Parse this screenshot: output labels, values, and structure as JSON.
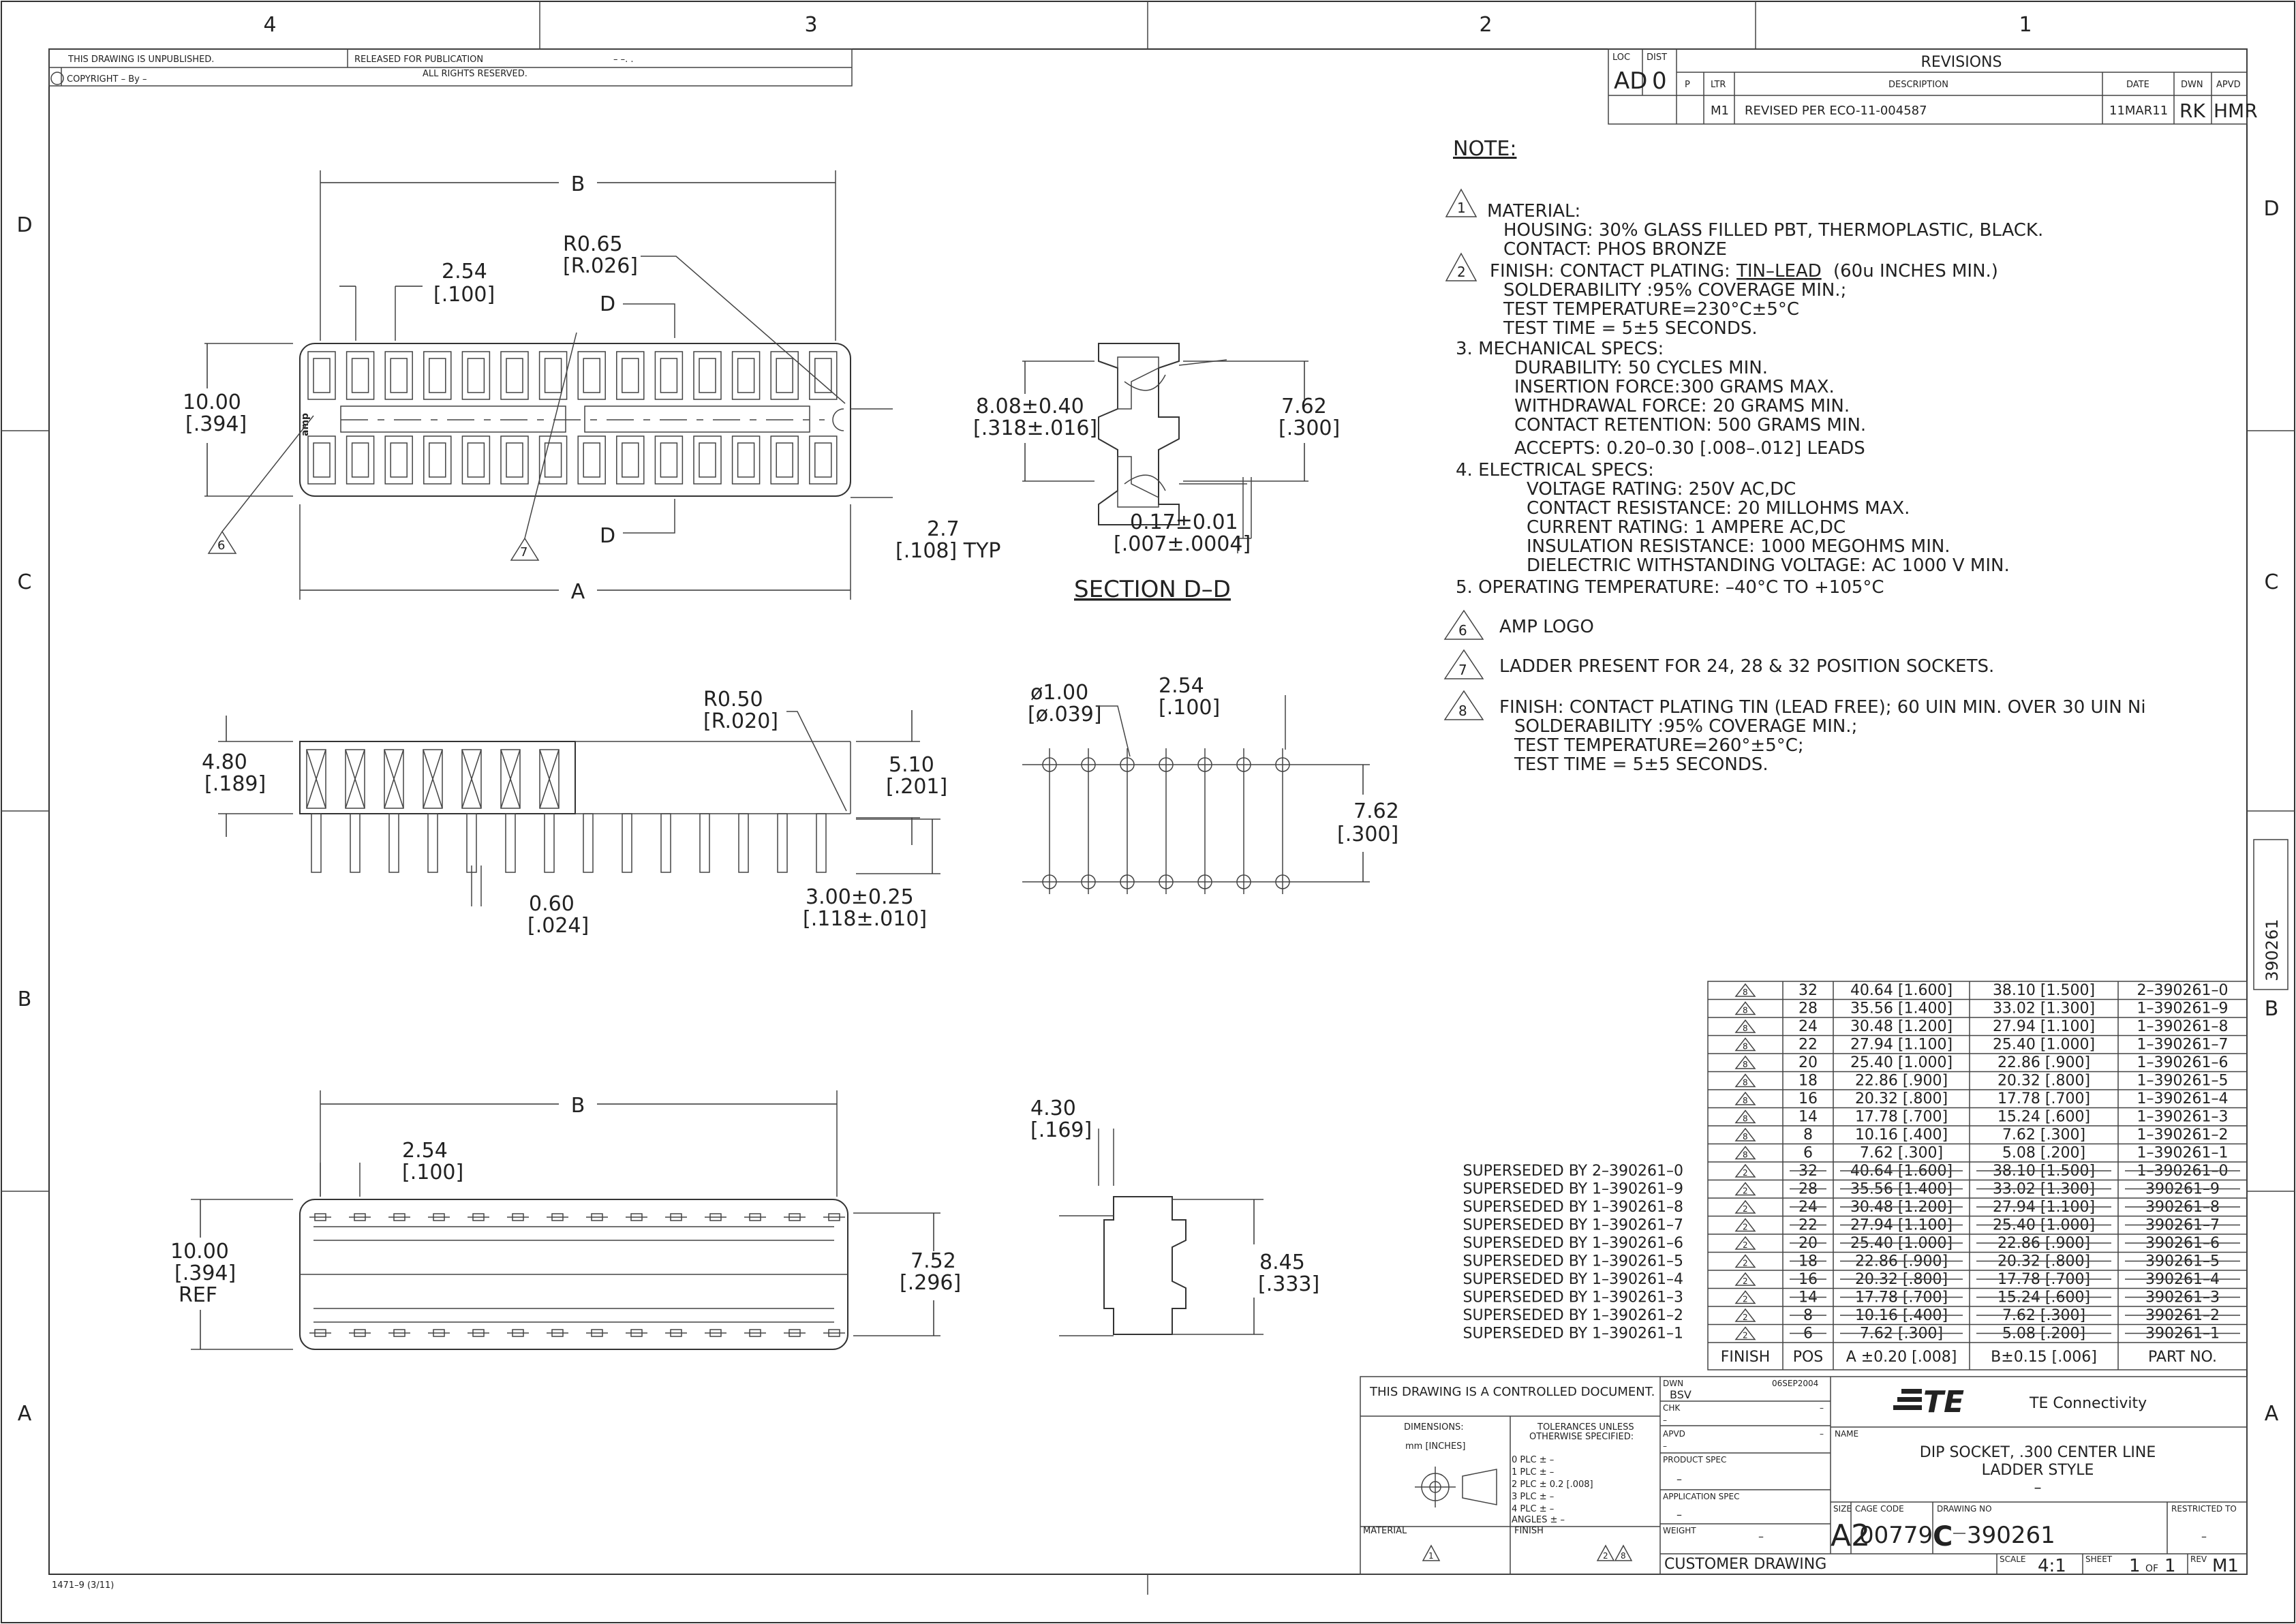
{
  "zones": {
    "top": [
      "4",
      "3",
      "2",
      "1"
    ],
    "side": [
      "D",
      "C",
      "B",
      "A"
    ]
  },
  "header": {
    "unpublished": "THIS DRAWING IS UNPUBLISHED.",
    "released": "RELEASED FOR PUBLICATION",
    "dash": "– –.   .",
    "copyright": "COPYRIGHT  –   By –",
    "rights": "ALL RIGHTS RESERVED."
  },
  "revisions": {
    "loc_label": "LOC",
    "loc": "AD",
    "dist_label": "DIST",
    "dist": "0",
    "title": "REVISIONS",
    "col_p": "P",
    "col_ltr": "LTR",
    "col_desc": "DESCRIPTION",
    "col_date": "DATE",
    "col_dwn": "DWN",
    "col_apvd": "APVD",
    "ltr": "M1",
    "desc": "REVISED PER ECO-11-004587",
    "date": "11MAR11",
    "dwn": "RK",
    "apvd": "HMR"
  },
  "notes": {
    "heading": "NOTE:",
    "n1": "MATERIAL:",
    "n1a": "HOUSING: 30% GLASS FILLED PBT, THERMOPLASTIC, BLACK.",
    "n1b": "CONTACT: PHOS BRONZE",
    "n2": "FINISH: CONTACT PLATING:",
    "n2u": "TIN–LEAD",
    "n2r": "(60u INCHES MIN.)",
    "n2a": "SOLDERABILITY :95% COVERAGE MIN.;",
    "n2b": "TEST TEMPERATURE=230°C±5°C",
    "n2c": "TEST TIME = 5±5 SECONDS.",
    "n3": "3.   MECHANICAL SPECS:",
    "n3a": "DURABILITY: 50 CYCLES MIN.",
    "n3b": "INSERTION FORCE:300 GRAMS MAX.",
    "n3c": "WITHDRAWAL FORCE: 20 GRAMS MIN.",
    "n3d": "CONTACT RETENTION: 500 GRAMS MIN.",
    "n3e": "ACCEPTS: 0.20–0.30 [.008–.012]   LEADS",
    "n4": "4.   ELECTRICAL SPECS:",
    "n4a": "VOLTAGE RATING: 250V AC,DC",
    "n4b": "CONTACT RESISTANCE: 20 MILLOHMS MAX.",
    "n4c": "CURRENT RATING: 1 AMPERE AC,DC",
    "n4d": "INSULATION RESISTANCE: 1000 MEGOHMS MIN.",
    "n4e": "DIELECTRIC WITHSTANDING VOLTAGE: AC 1000 V MIN.",
    "n5": "5.   OPERATING TEMPERATURE: –40°C TO +105°C",
    "n6": "AMP LOGO",
    "n7": "LADDER PRESENT FOR 24, 28 & 32 POSITION SOCKETS.",
    "n8": "FINISH: CONTACT PLATING TIN (LEAD FREE);   60 UIN MIN. OVER 30 UIN Ni",
    "n8a": "SOLDERABILITY :95% COVERAGE MIN.;",
    "n8b": "TEST TEMPERATURE=260°±5°C;",
    "n8c": "TEST TIME = 5±5 SECONDS."
  },
  "flags": {
    "f1": "1",
    "f2": "2",
    "f6": "6",
    "f7": "7",
    "f8": "8"
  },
  "dims": {
    "B": "B",
    "A": "A",
    "p254": "2.54",
    "p100": "[.100]",
    "r065": "R0.65",
    "r026": "[R.026]",
    "d": "D",
    "h1000": "10.00",
    "h394": "[.394]",
    "ref": "REF",
    "t27": "2.7",
    "t108": "[.108] TYP",
    "s808": "8.08±0.40",
    "s318": "[.318±.016]",
    "s762": "7.62",
    "s300": "[.300]",
    "s017": "0.17±0.01",
    "s007": "[.007±.0004]",
    "section": "SECTION D–D",
    "h480": "4.80",
    "h189": "[.189]",
    "r050": "R0.50",
    "r020": "[R.020]",
    "h510": "5.10",
    "h201": "[.201]",
    "w060": "0.60",
    "w024": "[.024]",
    "l300": "3.00±0.25",
    "l118": "[.118±.010]",
    "dia100": "ø1.00",
    "dia039": "[ø.039]",
    "b752": "7.52",
    "b296": "[.296]",
    "b845": "8.45",
    "b333": "[.333]",
    "b430": "4.30",
    "b169": "[.169]"
  },
  "table": {
    "rows": [
      {
        "super": "",
        "fin": "8",
        "pos": "32",
        "a": "40.64 [1.600]",
        "b": "38.10 [1.500]",
        "pn": "2–390261–0",
        "strike": false
      },
      {
        "super": "",
        "fin": "8",
        "pos": "28",
        "a": "35.56 [1.400]",
        "b": "33.02 [1.300]",
        "pn": "1–390261–9",
        "strike": false
      },
      {
        "super": "",
        "fin": "8",
        "pos": "24",
        "a": "30.48 [1.200]",
        "b": "27.94 [1.100]",
        "pn": "1–390261–8",
        "strike": false
      },
      {
        "super": "",
        "fin": "8",
        "pos": "22",
        "a": "27.94 [1.100]",
        "b": "25.40 [1.000]",
        "pn": "1–390261–7",
        "strike": false
      },
      {
        "super": "",
        "fin": "8",
        "pos": "20",
        "a": "25.40 [1.000]",
        "b": "22.86 [.900]",
        "pn": "1–390261–6",
        "strike": false
      },
      {
        "super": "",
        "fin": "8",
        "pos": "18",
        "a": "22.86 [.900]",
        "b": "20.32 [.800]",
        "pn": "1–390261–5",
        "strike": false
      },
      {
        "super": "",
        "fin": "8",
        "pos": "16",
        "a": "20.32 [.800]",
        "b": "17.78 [.700]",
        "pn": "1–390261–4",
        "strike": false
      },
      {
        "super": "",
        "fin": "8",
        "pos": "14",
        "a": "17.78 [.700]",
        "b": "15.24 [.600]",
        "pn": "1–390261–3",
        "strike": false
      },
      {
        "super": "",
        "fin": "8",
        "pos": "8",
        "a": "10.16 [.400]",
        "b": "7.62 [.300]",
        "pn": "1–390261–2",
        "strike": false
      },
      {
        "super": "",
        "fin": "8",
        "pos": "6",
        "a": "7.62 [.300]",
        "b": "5.08 [.200]",
        "pn": "1–390261–1",
        "strike": false
      },
      {
        "super": "SUPERSEDED BY 2–390261–0",
        "fin": "2",
        "pos": "32",
        "a": "40.64 [1.600]",
        "b": "38.10 [1.500]",
        "pn": "1–390261–0",
        "strike": true
      },
      {
        "super": "SUPERSEDED BY 1–390261–9",
        "fin": "2",
        "pos": "28",
        "a": "35.56 [1.400]",
        "b": "33.02 [1.300]",
        "pn": "390261–9",
        "strike": true
      },
      {
        "super": "SUPERSEDED BY 1–390261–8",
        "fin": "2",
        "pos": "24",
        "a": "30.48 [1.200]",
        "b": "27.94 [1.100]",
        "pn": "390261–8",
        "strike": true
      },
      {
        "super": "SUPERSEDED BY 1–390261–7",
        "fin": "2",
        "pos": "22",
        "a": "27.94 [1.100]",
        "b": "25.40 [1.000]",
        "pn": "390261–7",
        "strike": true
      },
      {
        "super": "SUPERSEDED BY 1–390261–6",
        "fin": "2",
        "pos": "20",
        "a": "25.40 [1.000]",
        "b": "22.86 [.900]",
        "pn": "390261–6",
        "strike": true
      },
      {
        "super": "SUPERSEDED BY 1–390261–5",
        "fin": "2",
        "pos": "18",
        "a": "22.86 [.900]",
        "b": "20.32 [.800]",
        "pn": "390261–5",
        "strike": true
      },
      {
        "super": "SUPERSEDED BY 1–390261–4",
        "fin": "2",
        "pos": "16",
        "a": "20.32 [.800]",
        "b": "17.78 [.700]",
        "pn": "390261–4",
        "strike": true
      },
      {
        "super": "SUPERSEDED BY 1–390261–3",
        "fin": "2",
        "pos": "14",
        "a": "17.78 [.700]",
        "b": "15.24 [.600]",
        "pn": "390261–3",
        "strike": true
      },
      {
        "super": "SUPERSEDED BY 1–390261–2",
        "fin": "2",
        "pos": "8",
        "a": "10.16 [.400]",
        "b": "7.62 [.300]",
        "pn": "390261–2",
        "strike": true
      },
      {
        "super": "SUPERSEDED BY 1–390261–1",
        "fin": "2",
        "pos": "6",
        "a": "7.62 [.300]",
        "b": "5.08 [.200]",
        "pn": "390261–1",
        "strike": true
      }
    ],
    "headers": {
      "finish": "FINISH",
      "pos": "POS",
      "a": "A ±0.20 [.008]",
      "b": "B±0.15 [.006]",
      "pn": "PART NO."
    }
  },
  "title_block": {
    "controlled": "THIS DRAWING IS A CONTROLLED DOCUMENT.",
    "dims_label": "DIMENSIONS:",
    "dims_unit": "mm [INCHES]",
    "tol1": "TOLERANCES UNLESS",
    "tol2": "OTHERWISE SPECIFIED:",
    "plc0": "0 PLC    ±  –",
    "plc1": "1 PLC    ±  –",
    "plc2": "2 PLC    ±  0.2 [.008]",
    "plc3": "3 PLC    ±  –",
    "plc4": "4 PLC    ±  –",
    "angles": "ANGLES        ±  –",
    "material": "MATERIAL",
    "finish": "FINISH",
    "dwn": "DWN",
    "dwn_name": "BSV",
    "dwn_date": "06SEP2004",
    "chk": "CHK",
    "apvd": "APVD",
    "dash": "–",
    "prod_spec": "PRODUCT SPEC",
    "app_spec": "APPLICATION SPEC",
    "weight": "WEIGHT",
    "logo": "TE",
    "company": "TE Connectivity",
    "name_label": "NAME",
    "name1": "DIP SOCKET, .300 CENTER LINE",
    "name2": "LADDER STYLE",
    "size_label": "SIZE",
    "size": "A2",
    "cage_label": "CAGE CODE",
    "cage": "00779",
    "dwg_label": "DRAWING NO",
    "dwg": "390261",
    "restricted": "RESTRICTED TO",
    "customer": "CUSTOMER DRAWING",
    "scale_label": "SCALE",
    "scale": "4:1",
    "sheet_label": "SHEET",
    "sheet": "1",
    "of": "OF",
    "sheet_total": "1",
    "rev_label": "REV",
    "rev": "M1",
    "form": "1471–9  (3/11)",
    "side_pn": "390261"
  }
}
